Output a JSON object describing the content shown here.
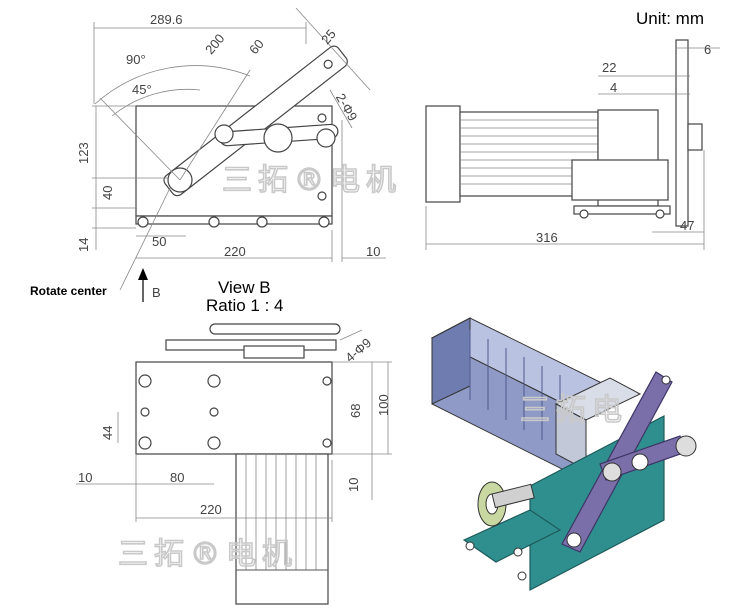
{
  "header": {
    "unit": "Unit: mm"
  },
  "side_view": {
    "dims": {
      "overall": "289.6",
      "link_len": "200",
      "link_w": "60",
      "slot_w": "25",
      "angle_max": "90°",
      "angle_min": "45°",
      "hole": "2-Φ9",
      "h123": "123",
      "h40": "40",
      "h14": "14",
      "w50": "50",
      "w220": "220",
      "w10": "10"
    },
    "rotate_center": "Rotate center",
    "arrow_label": "B"
  },
  "motor_view": {
    "dims": {
      "d6": "6",
      "d22": "22",
      "d4": "4",
      "d316": "316",
      "d47": "47"
    }
  },
  "bottom_view": {
    "title": "View B",
    "ratio": "Ratio 1 : 4",
    "dims": {
      "hole": "4-Φ9",
      "d68": "68",
      "d100": "100",
      "d44": "44",
      "d10a": "10",
      "d80": "80",
      "d10b": "10",
      "d220": "220"
    }
  },
  "watermark": {
    "top": "三拓®电机",
    "bottom": "三拓®电机",
    "iso": "三拓电"
  },
  "colors": {
    "plate": "#2f8f8f",
    "link": "#7a6fa8",
    "motor": "#8f9bc6",
    "roller": "#c8d8a0"
  }
}
